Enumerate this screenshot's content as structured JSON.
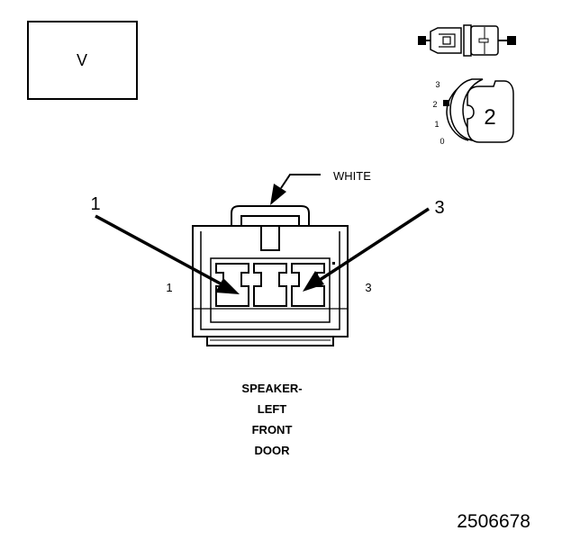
{
  "view_box": {
    "letter": "V"
  },
  "position_scale": {
    "ticks": [
      "3",
      "2",
      "1",
      "0"
    ],
    "indicator": "2"
  },
  "connector": {
    "color_label": "WHITE",
    "callout_left": "1",
    "callout_right": "3",
    "side_left": "1",
    "side_right": "3"
  },
  "description": {
    "lines": [
      "SPEAKER-",
      "LEFT",
      "FRONT",
      "DOOR"
    ]
  },
  "figure_number": "2506678",
  "colors": {
    "ink": "#000000",
    "fill": "#ffffff",
    "shade": "#d8d8d8"
  }
}
